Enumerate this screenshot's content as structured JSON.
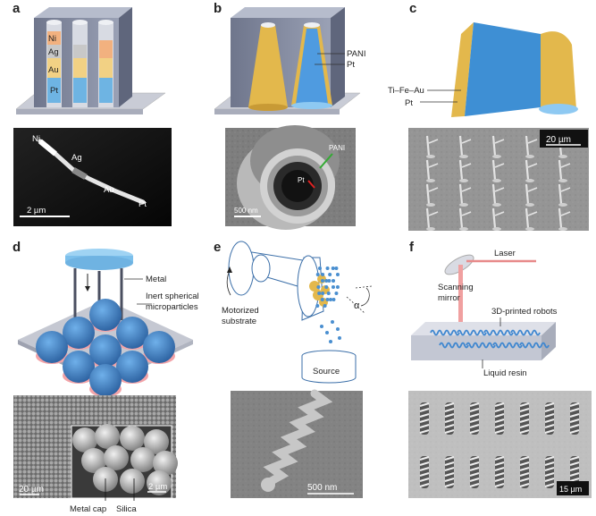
{
  "panels": {
    "a": {
      "letter": "a",
      "layers": [
        "Ni",
        "Ag",
        "Au",
        "Pt"
      ],
      "micro_labels": [
        "Ni",
        "Ag",
        "Au",
        "Pt"
      ],
      "scale_bar": "2 µm"
    },
    "b": {
      "letter": "b",
      "labels": [
        "PANI",
        "Pt"
      ],
      "micro_labels": [
        "PANI",
        "Pt"
      ],
      "scale_bar": "500 nm"
    },
    "c": {
      "letter": "c",
      "labels": [
        "Ti–Fe–Au",
        "Pt"
      ],
      "scale_bar": "20 µm"
    },
    "d": {
      "letter": "d",
      "labels": [
        "Metal",
        "Inert spherical",
        "microparticles"
      ],
      "inset_scale": "2 µm",
      "scale_bar": "20 µm",
      "bottom_labels": [
        "Metal cap",
        "Silica"
      ]
    },
    "e": {
      "letter": "e",
      "labels": [
        "Motorized",
        "substrate",
        "Source"
      ],
      "angle": "α",
      "scale_bar": "500 nm"
    },
    "f": {
      "letter": "f",
      "labels": [
        "Laser",
        "Scanning",
        "mirror",
        "3D-printed robots",
        "Liquid resin"
      ],
      "scale_bar": "15 µm"
    }
  },
  "colors": {
    "blue": "#4a8fd0",
    "gold": "#e6b94a",
    "gray_block": "#8c93a8",
    "pink": "#f2a3a8"
  }
}
